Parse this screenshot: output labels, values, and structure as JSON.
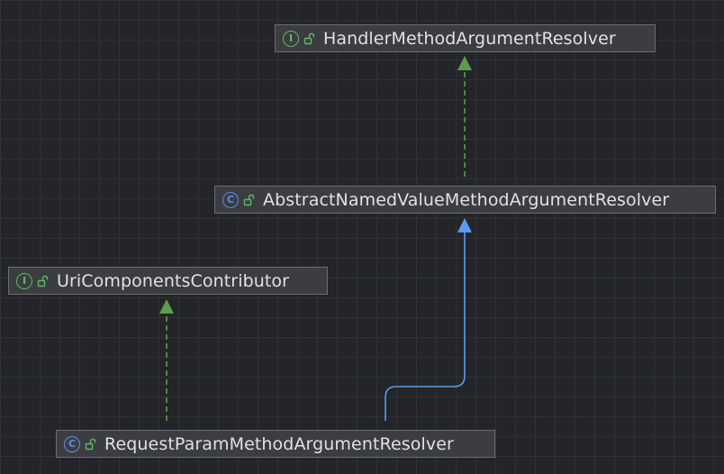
{
  "diagram": {
    "nodes": [
      {
        "id": "handler",
        "kind": "interface",
        "badge": "I",
        "label": "HandlerMethodArgumentResolver"
      },
      {
        "id": "abstract",
        "kind": "class",
        "badge": "C",
        "label": "AbstractNamedValueMethodArgumentResolver"
      },
      {
        "id": "uri",
        "kind": "interface",
        "badge": "I",
        "label": "UriComponentsContributor"
      },
      {
        "id": "request",
        "kind": "class",
        "badge": "C",
        "label": "RequestParamMethodArgumentResolver"
      }
    ],
    "edges": [
      {
        "from": "abstract",
        "to": "handler",
        "type": "implements"
      },
      {
        "from": "request",
        "to": "abstract",
        "type": "extends"
      },
      {
        "from": "request",
        "to": "uri",
        "type": "implements"
      }
    ]
  },
  "colors": {
    "interface": "#5fb865",
    "class": "#5f8fe8",
    "implements_edge": "#5c9c4f",
    "extends_edge": "#5a9cf0",
    "lock": "#5fb865"
  },
  "icons": {
    "interface": "interface-icon",
    "class": "class-icon",
    "visibility": "unlocked-padlock-icon"
  }
}
